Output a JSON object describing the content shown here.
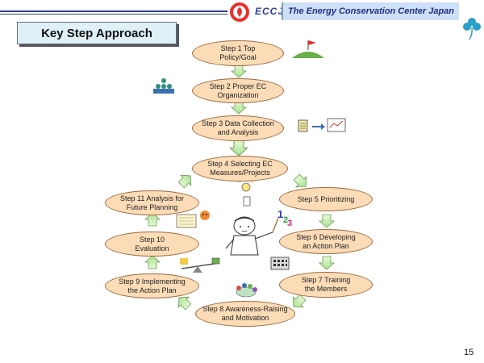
{
  "header": {
    "org_abbrev": "ECCJ",
    "org_name": "The Energy Conservation Center Japan"
  },
  "title": "Key Step Approach",
  "steps": [
    {
      "label": "Step 1 Top\nPolicy/Goal"
    },
    {
      "label": "Step 2 Proper EC\nOrganization"
    },
    {
      "label": "Step 3 Data Collection\nand Analysis"
    },
    {
      "label": "Step  4  Selecting  EC\nMeasures/Projects"
    },
    {
      "label": "Step 5 Prioritizing"
    },
    {
      "label": "Step  6 Developing\nan Action Plan"
    },
    {
      "label": "Step    7    Training\nthe Members"
    },
    {
      "label": "Step 8 Awareness-Raising\nand Motivation"
    },
    {
      "label": "Step 9 Implementing\nthe Action Plan"
    },
    {
      "label": "Step 10\nEvaluation"
    },
    {
      "label": "Step 11 Analysis for\nFuture Planning"
    }
  ],
  "page_number": "15",
  "colors": {
    "step_fill": "#fbdcb7",
    "arrow_fill": "#c8f0b0",
    "header_bg": "#cde0f5",
    "brand_blue": "#2e3f9e"
  },
  "icons": [
    "logo-icon",
    "clover-icon",
    "flag-hill-icon",
    "people-org-icon",
    "data-chart-icon",
    "lightbulb-icon",
    "teacher-character-icon",
    "calculator-icon",
    "balance-icon",
    "documents-icon",
    "group-icon"
  ]
}
